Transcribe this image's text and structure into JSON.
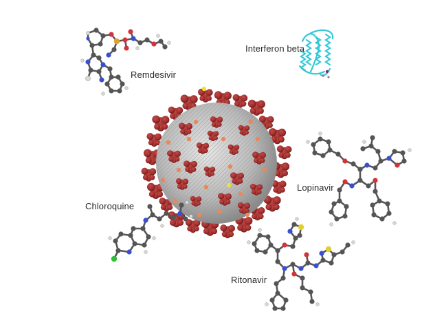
{
  "drugs": [
    {
      "id": "remdesivir",
      "label": "Remdesivir"
    },
    {
      "id": "interferon",
      "label": "Interferon beta"
    },
    {
      "id": "lopinavir",
      "label": "Lopinavir"
    },
    {
      "id": "chloroquine",
      "label": "Chloroquine"
    },
    {
      "id": "ritonavir",
      "label": "Ritonavir"
    }
  ],
  "center_image": "coronavirus-virion",
  "colors": {
    "virus_body": "#bdbdbd",
    "spike": "#9e2f2f",
    "spike_dark": "#6e1818",
    "orange_protein": "#e8895a",
    "yellow_protein": "#e8e23a",
    "carbon": "#555555",
    "hydrogen": "#d8d8d8",
    "oxygen": "#d2333a",
    "nitrogen": "#3a4fd0",
    "sulfur": "#e0cf2c",
    "chlorine": "#2fbf39",
    "protein_ribbon": "#33c8d6"
  }
}
